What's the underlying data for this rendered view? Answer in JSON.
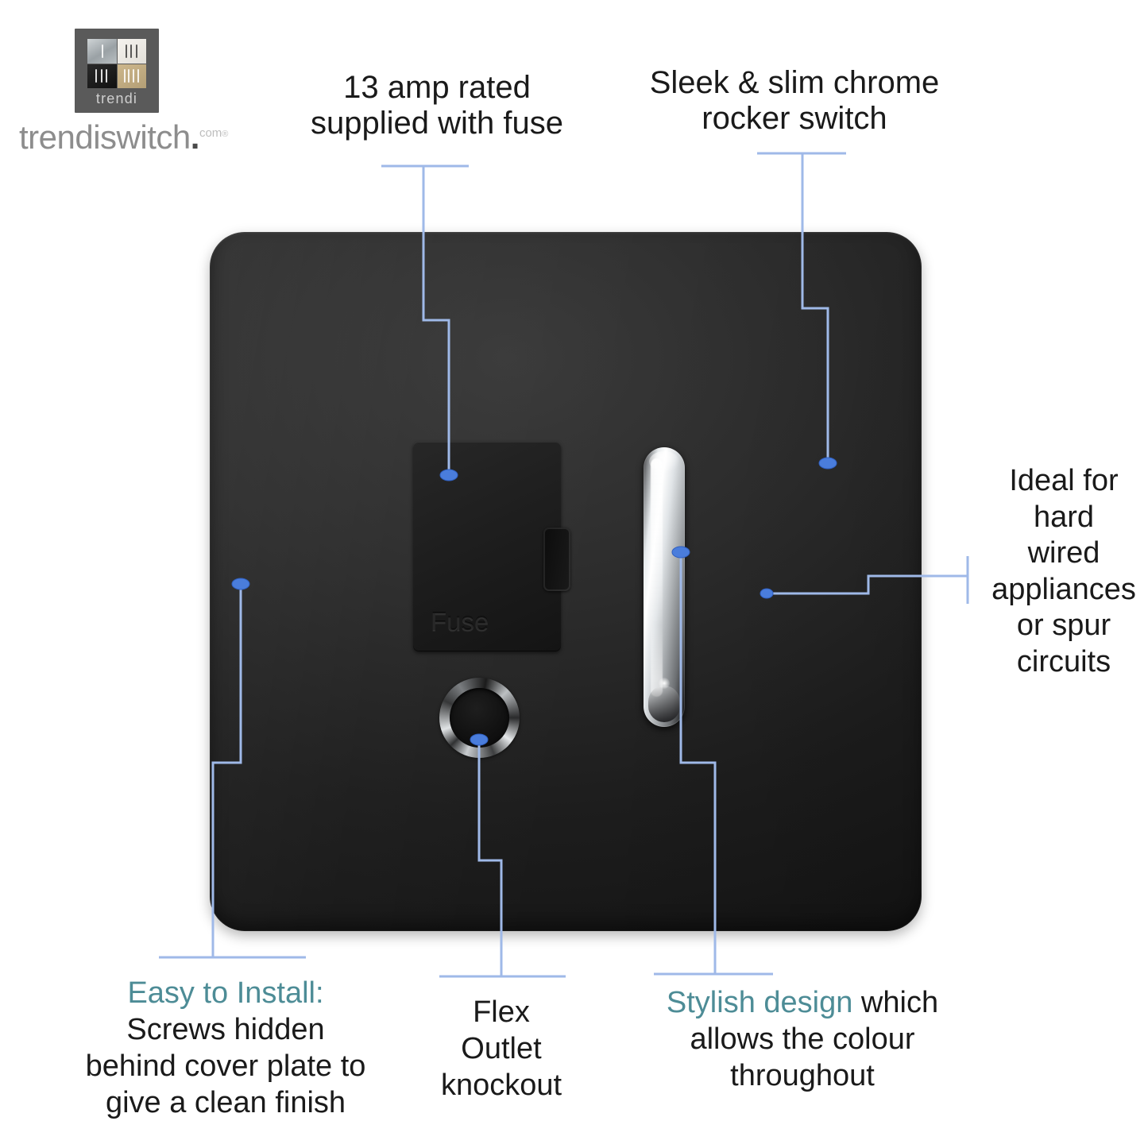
{
  "brand": {
    "mark_word": "trendi",
    "word": "trendiswitch",
    "dot": ".",
    "tld": "com",
    "registered": "®"
  },
  "product": {
    "fuse_cover_label": "Fuse",
    "plate_color": "#1d1d1d",
    "rocker_finish": "chrome"
  },
  "accent": {
    "leader_line": "#9fb9e8",
    "leader_dot": "#4a7ddc",
    "highlight_text": "#4d8c96",
    "body_text": "#1a1a1a"
  },
  "callouts": {
    "amp": "13 amp rated\nsupplied with fuse",
    "rocker": "Sleek & slim chrome\nrocker switch",
    "ideal": "Ideal for\nhard\nwired\nappliances\nor spur\ncircuits",
    "easy_highlight": "Easy to Install:",
    "easy_body": "Screws hidden\nbehind cover plate to\ngive a clean finish",
    "flex": "Flex\nOutlet\nknockout",
    "stylish_highlight": "Stylish design",
    "stylish_body": " which\nallows the colour\nthroughout"
  }
}
